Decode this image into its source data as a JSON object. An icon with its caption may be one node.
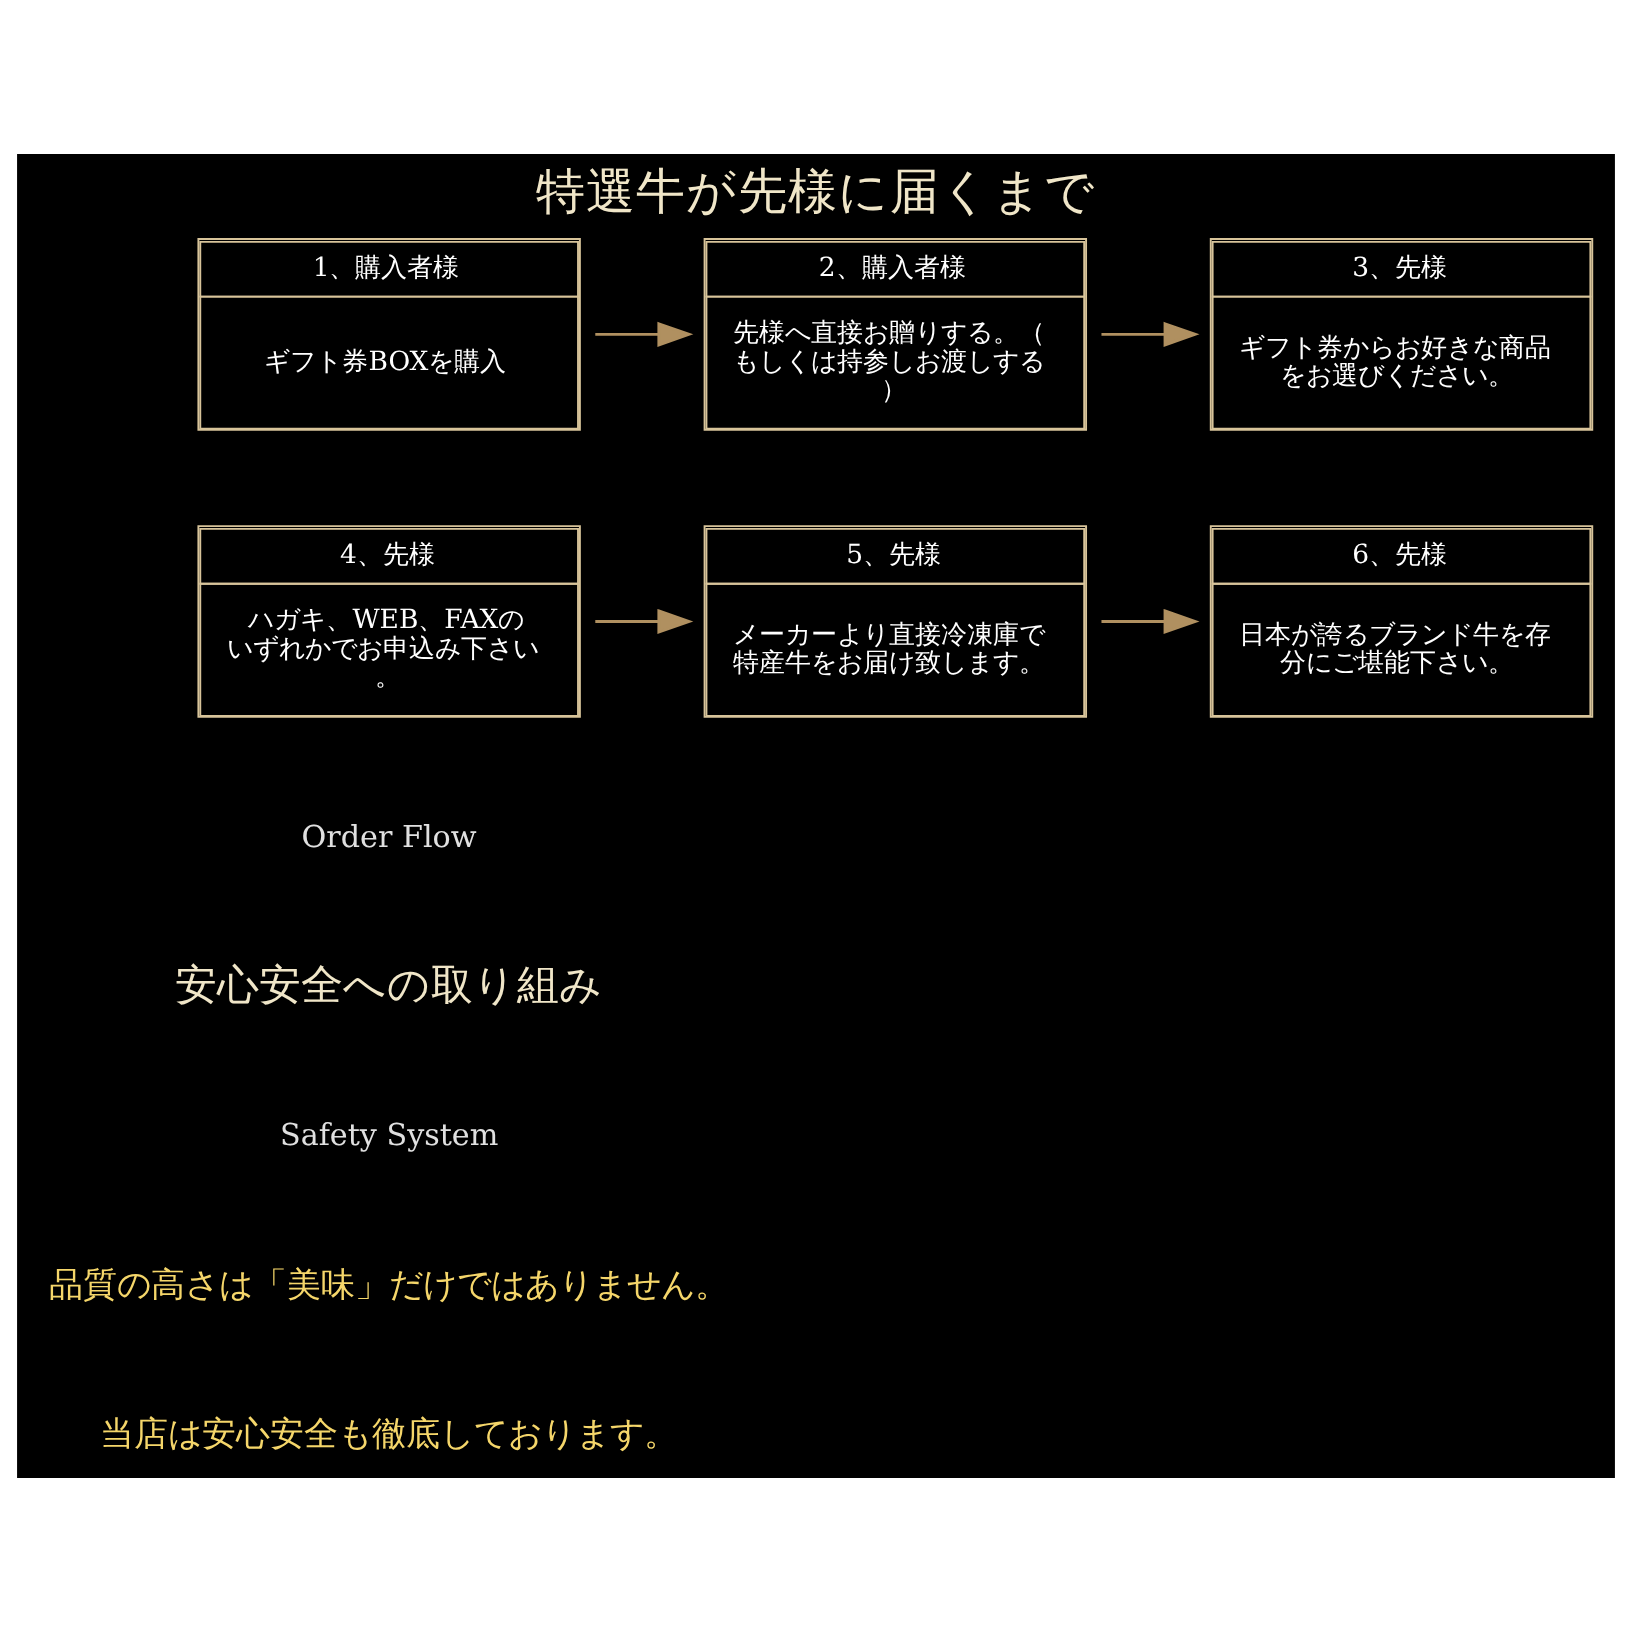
{
  "diagram": {
    "title": "特選牛が先様に届くまで",
    "nodes": [
      {
        "text": [
          "1、購入者様",
          "ギフト券BOXを購入"
        ]
      },
      {
        "text": [
          "2、購入者様",
          "先様へ直接お贈りする。（もしくは持参しお渡しする）"
        ]
      },
      {
        "text": [
          "3、先様",
          "ギフト券からお好きな商品をお選びください。"
        ]
      },
      {
        "text": [
          "4、先様",
          "ハガキ、WEB、FAXのいずれかでお申込み下さい。"
        ]
      },
      {
        "text": [
          "5、先様",
          "メーカーより直接冷凍庫で特産牛をお届け致します。"
        ]
      },
      {
        "text": [
          "6、先様",
          "日本が誇るブランド牛を存分にご堪能下さい。"
        ]
      }
    ],
    "edges": [
      {
        "from": 0,
        "to": 1,
        "arrow": "to"
      },
      {
        "from": 1,
        "to": 2,
        "arrow": "to"
      },
      {
        "from": 3,
        "to": 4,
        "arrow": "to"
      },
      {
        "from": 4,
        "to": 5,
        "arrow": "to"
      }
    ],
    "labels": [
      "Order Flow",
      "安心安全への取り組み",
      "Safety System",
      "品質の高さは「美味」だけではありません。",
      "当店は安心安全も徹底しております。"
    ]
  }
}
